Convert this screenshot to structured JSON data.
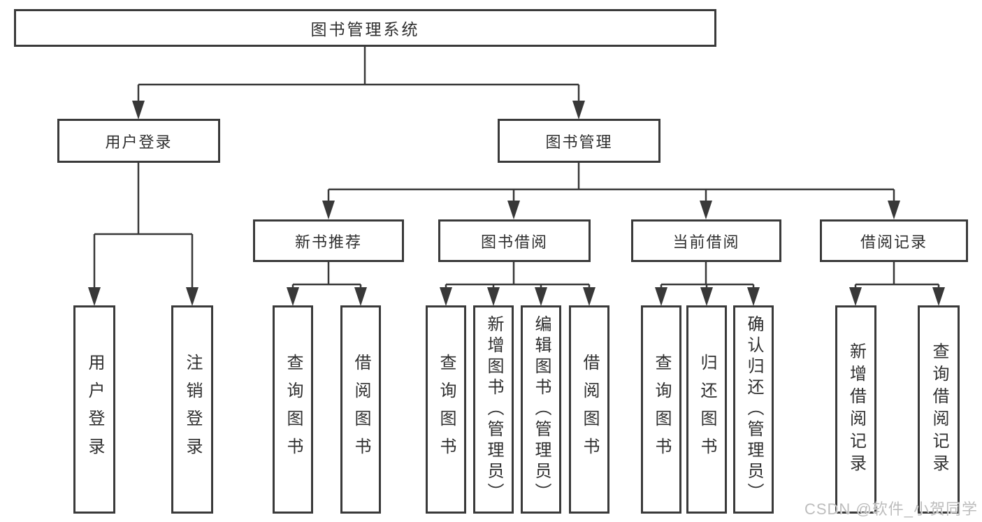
{
  "diagram": {
    "type": "tree",
    "root": {
      "label": "图书管理系统"
    },
    "level2": {
      "userLogin": {
        "label": "用户登录",
        "children_of": "root"
      },
      "bookManagement": {
        "label": "图书管理",
        "children_of": "root"
      }
    },
    "level3": {
      "newBookRec": {
        "label": "新书推荐",
        "children_of": "bookManagement"
      },
      "bookBorrow": {
        "label": "图书借阅",
        "children_of": "bookManagement"
      },
      "currentBorrow": {
        "label": "当前借阅",
        "children_of": "bookManagement"
      },
      "borrowRecords": {
        "label": "借阅记录",
        "children_of": "bookManagement"
      }
    },
    "leaves": {
      "userLoginLeaf": {
        "label": "用户登录",
        "children_of": "userLogin"
      },
      "logoutLeaf": {
        "label": "注销登录",
        "children_of": "userLogin"
      },
      "queryBooks1": {
        "label": "查询图书",
        "children_of": "newBookRec"
      },
      "borrowBooks1": {
        "label": "借阅图书",
        "children_of": "newBookRec"
      },
      "queryBooks2": {
        "label": "查询图书",
        "children_of": "bookBorrow"
      },
      "addBooks": {
        "label": "新增图书（管理员）",
        "children_of": "bookBorrow"
      },
      "editBooks": {
        "label": "编辑图书（管理员）",
        "children_of": "bookBorrow"
      },
      "borrowBooks2": {
        "label": "借阅图书",
        "children_of": "bookBorrow"
      },
      "queryBooks3": {
        "label": "查询图书",
        "children_of": "currentBorrow"
      },
      "returnBooks": {
        "label": "归还图书",
        "children_of": "currentBorrow"
      },
      "confirmReturn": {
        "label": "确认归还（管理员）",
        "children_of": "currentBorrow"
      },
      "addBorrowRecord": {
        "label": "新增借阅记录",
        "children_of": "borrowRecords"
      },
      "queryBorrowRecord": {
        "label": "查询借阅记录",
        "children_of": "borrowRecords"
      }
    }
  },
  "watermark": {
    "text": "CSDN @软件_小贺同学"
  },
  "colors": {
    "line": "#383838",
    "border": "#3a3a3a",
    "text": "#2f2f2f",
    "background": "#ffffff",
    "watermark": "#bdbdbd"
  }
}
